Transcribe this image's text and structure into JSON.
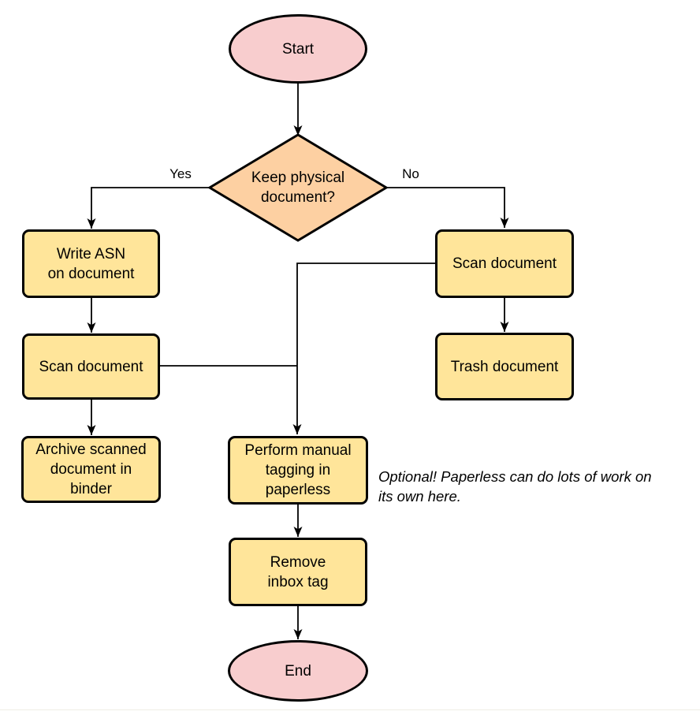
{
  "diagram": {
    "colors": {
      "terminator_fill": "#f8cdce",
      "decision_fill": "#fdd0a2",
      "process_fill": "#ffe59a",
      "stroke": "#000000",
      "background": "#ffffff"
    },
    "nodes": {
      "start": {
        "label": "Start",
        "type": "terminator"
      },
      "decision": {
        "label": "Keep physical\ndocument?",
        "type": "decision"
      },
      "write_asn": {
        "label": "Write ASN\non document",
        "type": "process"
      },
      "scan_left": {
        "label": "Scan document",
        "type": "process"
      },
      "archive": {
        "label": "Archive scanned\ndocument in\nbinder",
        "type": "process"
      },
      "scan_right": {
        "label": "Scan document",
        "type": "process"
      },
      "trash": {
        "label": "Trash document",
        "type": "process"
      },
      "manual_tagging": {
        "label": "Perform manual\ntagging in\npaperless",
        "type": "process"
      },
      "remove_inbox_tag": {
        "label": "Remove\ninbox tag",
        "type": "process"
      },
      "end": {
        "label": "End",
        "type": "terminator"
      }
    },
    "edge_labels": {
      "yes": "Yes",
      "no": "No"
    },
    "annotation": "Optional! Paperless can do lots of work on\nits own here."
  }
}
